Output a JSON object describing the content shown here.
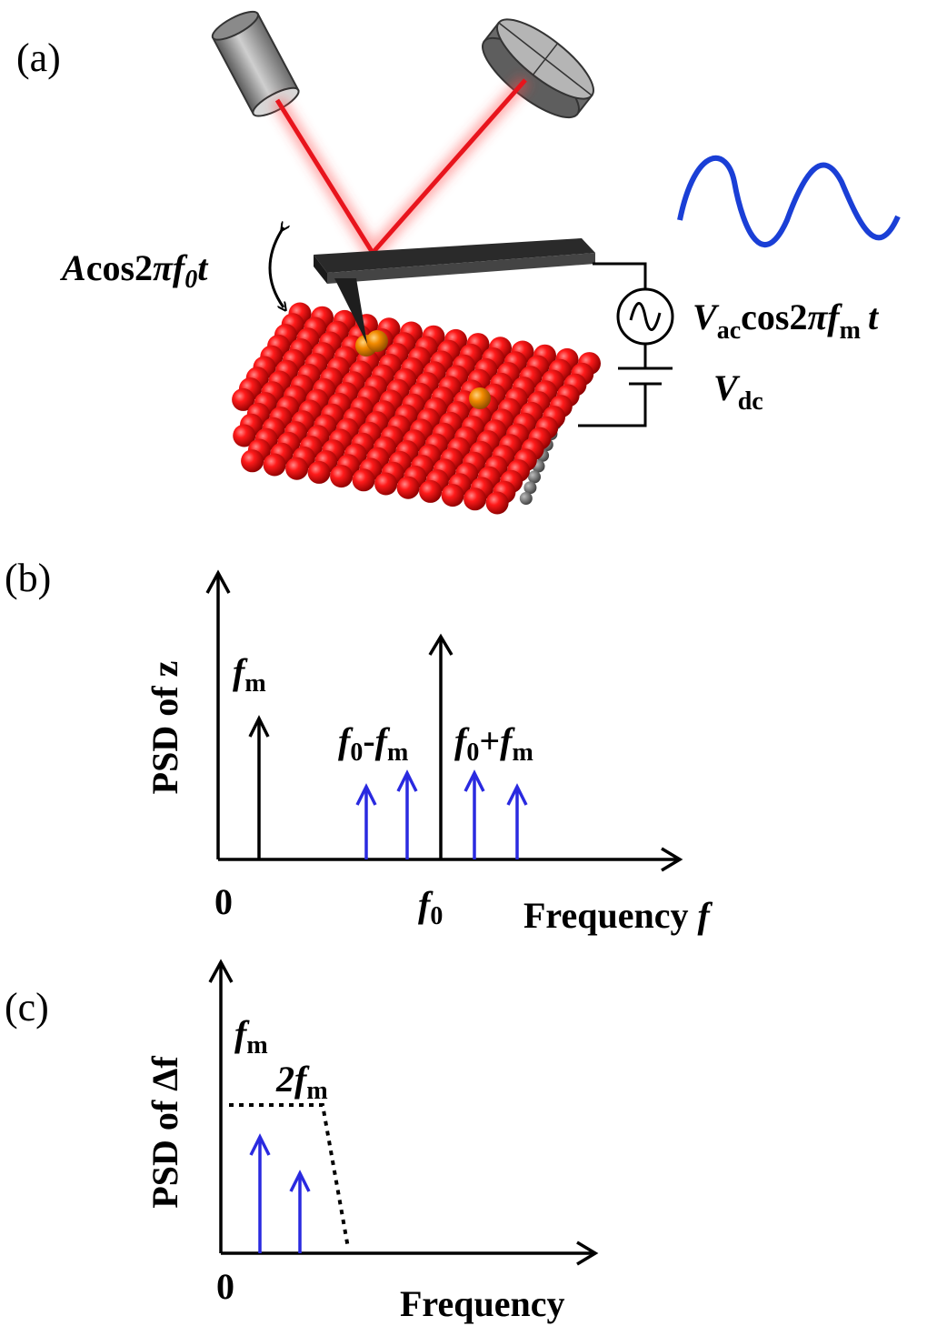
{
  "panel_a": {
    "label": "(a)",
    "tip_motion": {
      "prefix": "A",
      "main": "cos2",
      "pi": "π",
      "f": "f",
      "sub": "0",
      "t": "t"
    },
    "vac": {
      "V": "V",
      "sub": "ac",
      "main": "cos2",
      "pi": "π",
      "f": "f",
      "fsub": "m",
      "t": "t"
    },
    "vdc": {
      "V": "V",
      "sub": "dc"
    },
    "colors": {
      "laser": "#e8141c",
      "sine": "#1a3fd6",
      "atoms": "#e31010",
      "adatom": "#f28a00",
      "cantilever": "#333333"
    }
  },
  "panel_b": {
    "label": "(b)",
    "ylabel": "PSD of z",
    "xlabel_main": "Frequency ",
    "xlabel_it": "f",
    "zero": "0",
    "f0": {
      "f": "f",
      "sub": "0"
    },
    "peak_fm": {
      "f": "f",
      "sub": "m"
    },
    "lower": {
      "f": "f",
      "sub": "0",
      "mid": "-",
      "f2": "f",
      "sub2": "m"
    },
    "upper": {
      "f": "f",
      "sub": "0",
      "mid": "+",
      "f2": "f",
      "sub2": "m"
    },
    "colors": {
      "carrier": "#000000",
      "sidebands": "#2a2ae0"
    }
  },
  "panel_c": {
    "label": "(c)",
    "ylabel": "PSD of Δf",
    "xlabel": "Frequency",
    "zero": "0",
    "peak1": {
      "f": "f",
      "sub": "m"
    },
    "peak2": {
      "pre": "2",
      "f": "f",
      "sub": "m"
    },
    "colors": {
      "peaks": "#2a2ae0"
    }
  }
}
